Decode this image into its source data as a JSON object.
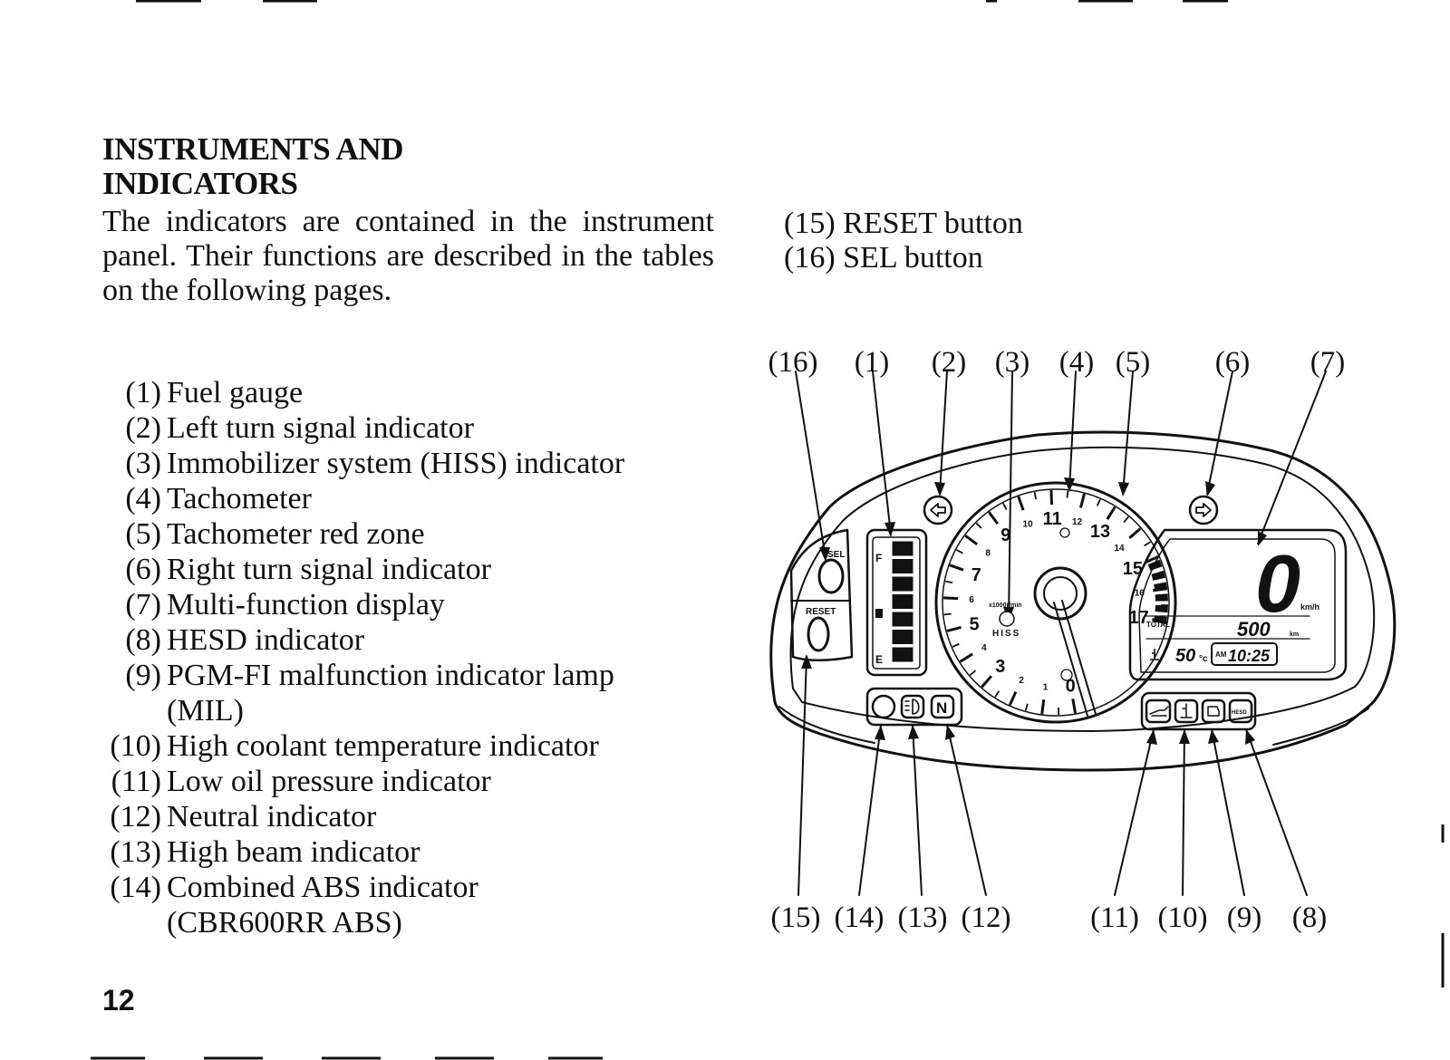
{
  "heading": {
    "line1": "INSTRUMENTS AND",
    "line2": "INDICATORS"
  },
  "intro": "The indicators are contained in the instrument panel. Their functions are described in the tables on the following pages.",
  "left_items": [
    {
      "num": "(1)",
      "lines": [
        "Fuel gauge"
      ]
    },
    {
      "num": "(2)",
      "lines": [
        "Left turn signal indicator"
      ]
    },
    {
      "num": "(3)",
      "lines": [
        "Immobilizer system (HISS) indicator"
      ]
    },
    {
      "num": "(4)",
      "lines": [
        "Tachometer"
      ]
    },
    {
      "num": "(5)",
      "lines": [
        "Tachometer red zone"
      ]
    },
    {
      "num": "(6)",
      "lines": [
        "Right turn signal indicator"
      ]
    },
    {
      "num": "(7)",
      "lines": [
        "Multi-function display"
      ]
    },
    {
      "num": "(8)",
      "lines": [
        "HESD indicator"
      ]
    },
    {
      "num": "(9)",
      "lines": [
        "PGM-FI malfunction indicator lamp",
        "(MIL)"
      ]
    },
    {
      "num": "(10)",
      "lines": [
        "High coolant temperature indicator"
      ]
    },
    {
      "num": "(11)",
      "lines": [
        "Low oil pressure indicator"
      ]
    },
    {
      "num": "(12)",
      "lines": [
        "Neutral indicator"
      ]
    },
    {
      "num": "(13)",
      "lines": [
        "High beam indicator"
      ]
    },
    {
      "num": "(14)",
      "lines": [
        "Combined ABS indicator",
        "(CBR600RR ABS)"
      ]
    }
  ],
  "right_items": [
    "(15) RESET button",
    "(16) SEL button"
  ],
  "page_number": "12",
  "diagram": {
    "top_callouts": [
      "(16)",
      "(1)",
      "(2)",
      "(3)",
      "(4)",
      "(5)",
      "(6)",
      "(7)"
    ],
    "bottom_callouts_left": [
      "(15)",
      "(14)",
      "(13)",
      "(12)"
    ],
    "bottom_callouts_right": [
      "(11)",
      "(10)",
      "(9)",
      "(8)"
    ],
    "button_labels": {
      "sel": "SEL",
      "reset": "RESET"
    },
    "fuel_gauge": {
      "full_mark": "F",
      "empty_mark": "E",
      "level_fraction": 1.0
    },
    "tachometer": {
      "tick_labels": [
        "1",
        "2",
        "3",
        "4",
        "5",
        "6",
        "7",
        "8",
        "9",
        "10",
        "11",
        "12",
        "13",
        "14",
        "15",
        "16",
        "17",
        "0"
      ],
      "hiss_label": "HISS",
      "scale_label": "x1000r/min"
    },
    "display": {
      "speed": "0",
      "speed_unit": "km/h",
      "odometer_label": "TOTAL",
      "odometer": "500",
      "odometer_unit": "km",
      "coolant_temp": "50",
      "coolant_unit": "°c",
      "clock_ampm": "AM",
      "clock": "10:25"
    },
    "neutral_label": "N",
    "hesd_label": "HESD"
  }
}
